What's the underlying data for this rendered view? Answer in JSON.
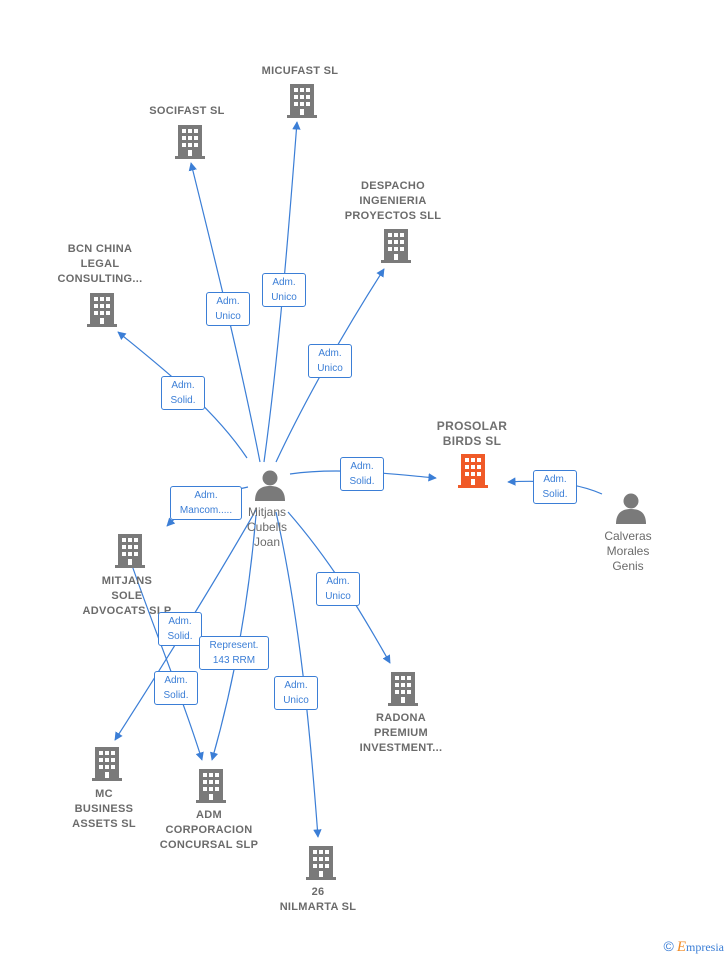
{
  "colors": {
    "edge": "#3b7ed6",
    "building": "#7a7a7a",
    "highlight": "#f05a28",
    "person": "#7a7a7a"
  },
  "center_person": "Mitjans\nCubells\nJoan",
  "other_person": "Calveras\nMorales\nGenis",
  "companies": {
    "micufast": "MICUFAST  SL",
    "socifast": "SOCIFAST  SL",
    "despacho": "DESPACHO\nINGENIERIA\nPROYECTOS SLL",
    "bcn": "BCN CHINA\nLEGAL\nCONSULTING...",
    "prosolar": "PROSOLAR\nBIRDS  SL",
    "mitjans_sole": "MITJANS\nSOLE\nADVOCATS  SLP",
    "radona": "RADONA\nPREMIUM\nINVESTMENT...",
    "mc": "MC\nBUSINESS\nASSETS  SL",
    "adm": "ADM\nCORPORACION\nCONCURSAL SLP",
    "nilmarta": "26\nNILMARTA  SL"
  },
  "relations": {
    "micufast": "Adm.\nUnico",
    "socifast": "Adm.\nUnico",
    "despacho": "Adm.\nUnico",
    "bcn": "Adm.\nSolid.",
    "prosolar_center": "Adm.\nSolid.",
    "prosolar_other": "Adm.\nSolid.",
    "mitjans_sole": "Adm.\nMancom.....",
    "radona": "Adm.\nUnico",
    "mc": "Adm.\nSolid.",
    "adm_represent": "Represent.\n143 RRM",
    "adm_solid": "Adm.\nSolid.",
    "nilmarta": "Adm.\nUnico"
  },
  "footer": {
    "copyright": "©",
    "brand_initial": "E",
    "brand_rest": "mpresia"
  }
}
